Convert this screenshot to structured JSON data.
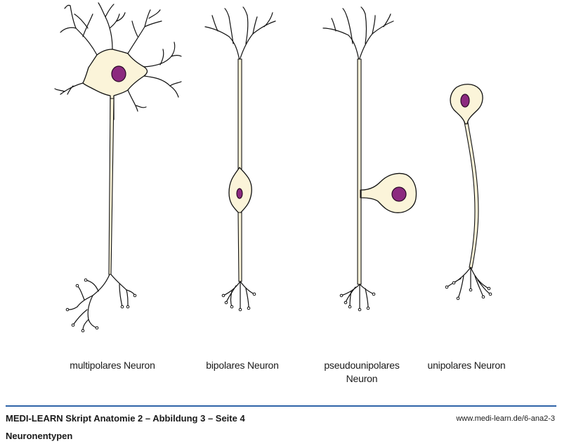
{
  "neurons": [
    {
      "id": "multi",
      "label": "multipolares Neuron"
    },
    {
      "id": "bi",
      "label": "bipolares Neuron"
    },
    {
      "id": "pseudo",
      "label": "pseudounipolares\nNeuron"
    },
    {
      "id": "uni",
      "label": "unipolares Neuron"
    }
  ],
  "footer": {
    "title": "MEDI-LEARN Skript Anatomie 2 – Abbildung 3 – Seite 4",
    "url": "www.medi-learn.de/6-ana2-3",
    "subtitle": "Neuronentypen"
  },
  "colors": {
    "cell_fill": "#fbf4d9",
    "nucleus": "#8c2a7f",
    "outline": "#111111",
    "rule": "#2f63a8"
  }
}
